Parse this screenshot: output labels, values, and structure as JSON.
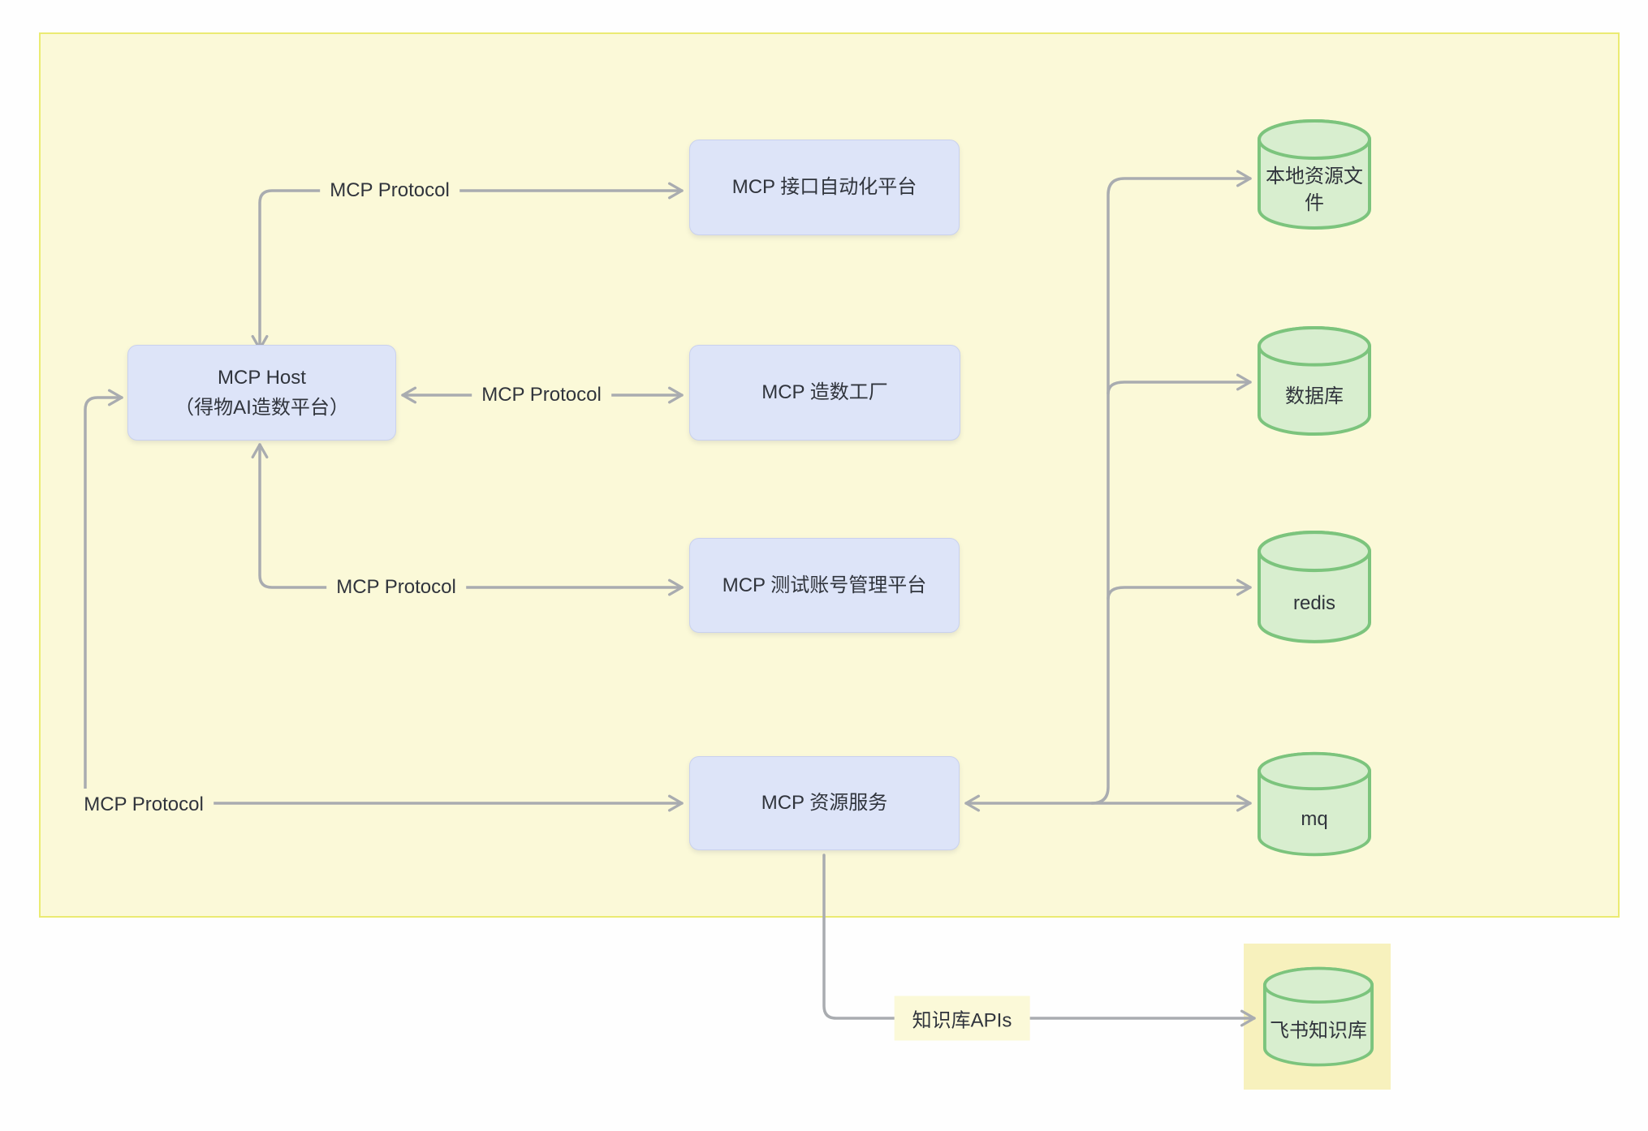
{
  "diagram": {
    "nodes": {
      "api_platform": {
        "label": "MCP 接口自动化平台"
      },
      "host": {
        "line1": "MCP Host",
        "line2": "（得物AI造数平台）"
      },
      "factory": {
        "label": "MCP 造数工厂"
      },
      "account": {
        "label": "MCP 测试账号管理平台"
      },
      "resource": {
        "label": "MCP 资源服务"
      }
    },
    "datastores": {
      "local_files": {
        "label": "本地资源文件"
      },
      "database": {
        "label": "数据库"
      },
      "redis": {
        "label": "redis"
      },
      "mq": {
        "label": "mq"
      },
      "feishu_kb": {
        "label": "飞书知识库"
      }
    },
    "edge_labels": {
      "host_api": "MCP Protocol",
      "host_factory": "MCP Protocol",
      "host_account": "MCP Protocol",
      "host_resource": "MCP Protocol",
      "kb_apis": "知识库APIs"
    },
    "colors": {
      "container-fill": "#fbf9d8",
      "container-border": "#ebeb72",
      "feishu-bg": "#f7f1bd",
      "node-fill": "#dde4f8",
      "node-border": "#c9d1ee",
      "cyl-fill": "#d8eecf",
      "cyl-stroke": "#7cc47d",
      "edge": "#a9acb0",
      "text": "#30343c"
    }
  }
}
